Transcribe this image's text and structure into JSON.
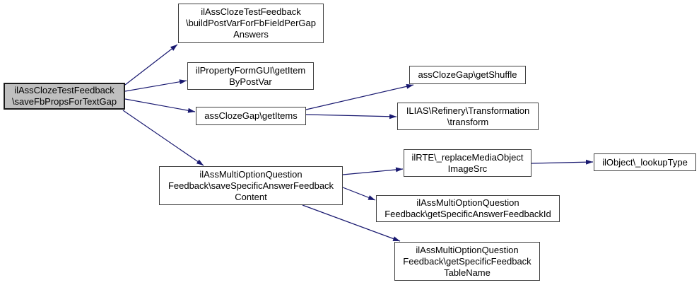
{
  "graph": {
    "colors": {
      "node_fill": "#ffffff",
      "node_border": "#404040",
      "highlight_fill": "#bfbfbf",
      "highlight_border": "#1a1a1a",
      "edge": "#191970",
      "text": "#000000",
      "background": "#ffffff"
    },
    "nodes": [
      {
        "id": "saveFbPropsForTextGap",
        "label": "ilAssClozeTestFeedback\\saveFbPropsForTextGap",
        "lines": [
          "ilAssClozeTestFeedback",
          "\\saveFbPropsForTextGap"
        ],
        "highlighted": true
      },
      {
        "id": "buildPostVarForFbFieldPerGapAnswers",
        "label": "ilAssClozeTestFeedback\\buildPostVarForFbFieldPerGapAnswers",
        "lines": [
          "ilAssClozeTestFeedback",
          "\\buildPostVarForFbFieldPerGap",
          "Answers"
        ],
        "highlighted": false
      },
      {
        "id": "getItemByPostVar",
        "label": "ilPropertyFormGUI\\getItemByPostVar",
        "lines": [
          "ilPropertyFormGUI\\getItem",
          "ByPostVar"
        ],
        "highlighted": false
      },
      {
        "id": "getItems",
        "label": "assClozeGap\\getItems",
        "lines": [
          "assClozeGap\\getItems"
        ],
        "highlighted": false
      },
      {
        "id": "getShuffle",
        "label": "assClozeGap\\getShuffle",
        "lines": [
          "assClozeGap\\getShuffle"
        ],
        "highlighted": false
      },
      {
        "id": "transform",
        "label": "ILIAS\\Refinery\\Transformation\\transform",
        "lines": [
          "ILIAS\\Refinery\\Transformation",
          "\\transform"
        ],
        "highlighted": false
      },
      {
        "id": "saveSpecificAnswerFeedbackContent",
        "label": "ilAssMultiOptionQuestionFeedback\\saveSpecificAnswerFeedbackContent",
        "lines": [
          "ilAssMultiOptionQuestion",
          "Feedback\\saveSpecificAnswerFeedback",
          "Content"
        ],
        "highlighted": false
      },
      {
        "id": "replaceMediaObjectImageSrc",
        "label": "ilRTE\\_replaceMediaObjectImageSrc",
        "lines": [
          "ilRTE\\_replaceMediaObject",
          "ImageSrc"
        ],
        "highlighted": false
      },
      {
        "id": "lookupType",
        "label": "ilObject\\_lookupType",
        "lines": [
          "ilObject\\_lookupType"
        ],
        "highlighted": false
      },
      {
        "id": "getSpecificAnswerFeedbackId",
        "label": "ilAssMultiOptionQuestionFeedback\\getSpecificAnswerFeedbackId",
        "lines": [
          "ilAssMultiOptionQuestion",
          "Feedback\\getSpecificAnswerFeedbackId"
        ],
        "highlighted": false
      },
      {
        "id": "getSpecificFeedbackTableName",
        "label": "ilAssMultiOptionQuestionFeedback\\getSpecificFeedbackTableName",
        "lines": [
          "ilAssMultiOptionQuestion",
          "Feedback\\getSpecificFeedback",
          "TableName"
        ],
        "highlighted": false
      }
    ],
    "edges": [
      {
        "from": "saveFbPropsForTextGap",
        "to": "buildPostVarForFbFieldPerGapAnswers"
      },
      {
        "from": "saveFbPropsForTextGap",
        "to": "getItemByPostVar"
      },
      {
        "from": "saveFbPropsForTextGap",
        "to": "getItems"
      },
      {
        "from": "saveFbPropsForTextGap",
        "to": "saveSpecificAnswerFeedbackContent"
      },
      {
        "from": "getItems",
        "to": "getShuffle"
      },
      {
        "from": "getItems",
        "to": "transform"
      },
      {
        "from": "saveSpecificAnswerFeedbackContent",
        "to": "replaceMediaObjectImageSrc"
      },
      {
        "from": "saveSpecificAnswerFeedbackContent",
        "to": "getSpecificAnswerFeedbackId"
      },
      {
        "from": "saveSpecificAnswerFeedbackContent",
        "to": "getSpecificFeedbackTableName"
      },
      {
        "from": "replaceMediaObjectImageSrc",
        "to": "lookupType"
      }
    ]
  }
}
